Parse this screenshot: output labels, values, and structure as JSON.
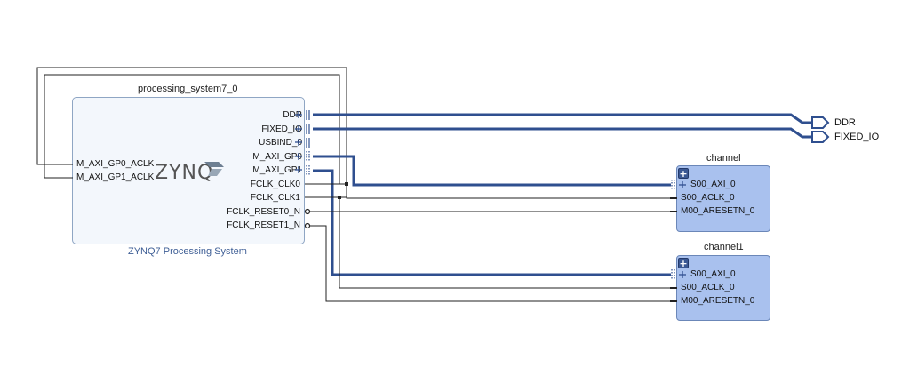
{
  "processing_system": {
    "instance_name": "processing_system7_0",
    "subtitle": "ZYNQ7 Processing System",
    "logo_text": "ZYNQ",
    "left_ports": [
      "M_AXI_GP0_ACLK",
      "M_AXI_GP1_ACLK"
    ],
    "right_ports": [
      "DDR",
      "FIXED_IO",
      "USBIND_0",
      "M_AXI_GP0",
      "M_AXI_GP1",
      "FCLK_CLK0",
      "FCLK_CLK1",
      "FCLK_RESET0_N",
      "FCLK_RESET1_N"
    ]
  },
  "channel": {
    "instance_name": "channel",
    "ports": [
      "S00_AXI_0",
      "S00_ACLK_0",
      "M00_ARESETN_0"
    ]
  },
  "channel1": {
    "instance_name": "channel1",
    "ports": [
      "S00_AXI_0",
      "S00_ACLK_0",
      "M00_ARESETN_0"
    ]
  },
  "external_ports": [
    "DDR",
    "FIXED_IO"
  ],
  "colors": {
    "bus": "#2f4f8f",
    "wire": "#222222",
    "block_fill": "#a9c1ee",
    "ps_fill": "#f3f7fc"
  }
}
